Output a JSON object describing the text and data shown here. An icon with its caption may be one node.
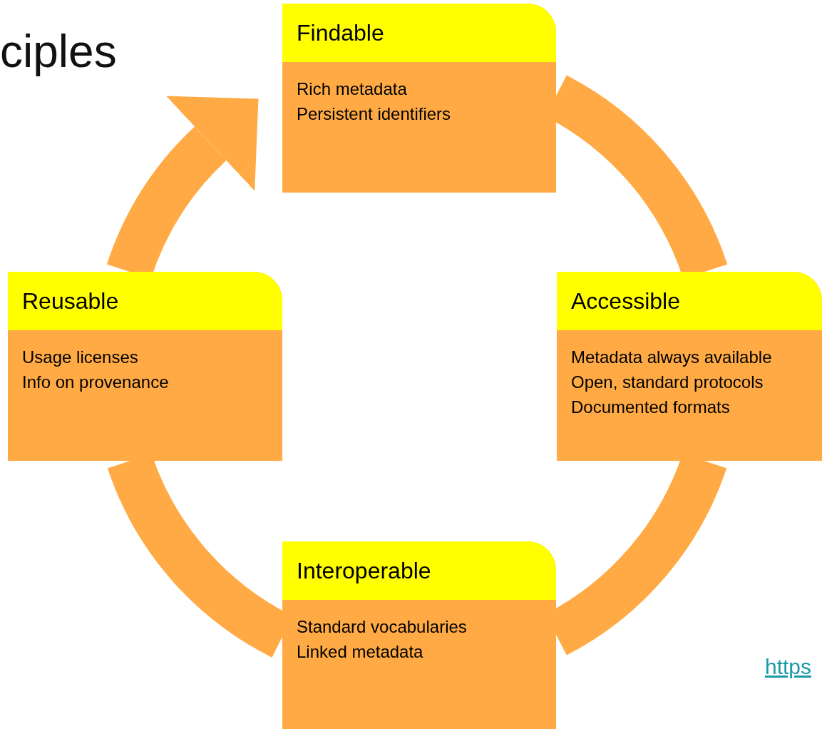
{
  "diagram": {
    "title": "ciples",
    "nodes": [
      {
        "text": [
          "Findable",
          "Rich metadata",
          "Persistent identifiers"
        ]
      },
      {
        "text": [
          "Accessible",
          "Metadata always available",
          "Open, standard protocols",
          "Documented formats"
        ]
      },
      {
        "text": [
          "Interoperable",
          "Standard vocabularies",
          "Linked metadata"
        ]
      },
      {
        "text": [
          "Reusable",
          "Usage licenses",
          "Info on provenance"
        ]
      }
    ],
    "edges": [
      {
        "from": 0,
        "to": 1,
        "arrow": "none"
      },
      {
        "from": 1,
        "to": 2,
        "arrow": "none"
      },
      {
        "from": 2,
        "to": 3,
        "arrow": "none"
      },
      {
        "from": 3,
        "to": 0,
        "arrow": "to"
      }
    ],
    "labels": [
      "https"
    ]
  }
}
